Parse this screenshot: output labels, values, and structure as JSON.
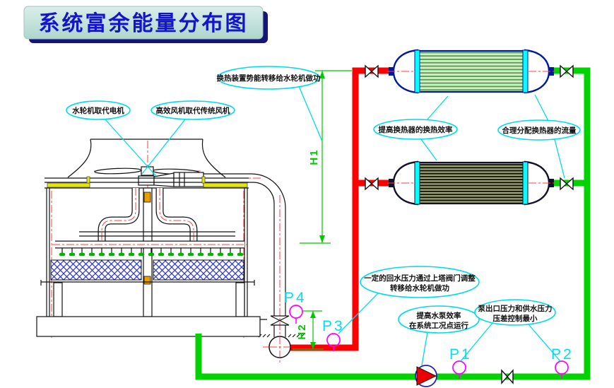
{
  "title": "系统富余能量分布图",
  "callouts": {
    "heat_device_to_turbine": "换热装置势能转移给水轮机做功",
    "turbine_replaces_motor": "水轮机取代电机",
    "efficient_fan": "高效风机取代传统风机",
    "improve_hx_efficiency": "提高换热器的换热效率",
    "distribute_hx_flow": "合理分配换热器的流量",
    "return_pressure_line1": "一定的回水压力通过上塔阀门调整",
    "return_pressure_line2": "转移给水轮机做功",
    "pump_efficiency_line1": "提高水泵效率",
    "pump_efficiency_line2": "在系统工况点运行",
    "pump_outlet_line1": "泵出口压力和供水压力",
    "pump_outlet_line2": "压差控制最小"
  },
  "measure_points": {
    "p1": "P1",
    "p2": "P2",
    "p3": "P3",
    "p4": "P4"
  },
  "dimensions": {
    "h1": "H1",
    "h2": "H2"
  },
  "colors": {
    "pipe_red": "#ff0000",
    "pipe_green": "#00d300",
    "centerline_red": "#ff4040",
    "callout_cyan": "#00dbe6",
    "label_cyan": "#00e0f0",
    "gauge_magenta": "#ff00ff",
    "dim_green": "#00c800",
    "hx1_outline": "#001a9e",
    "hx1_fill": "#d4edc6",
    "hx1_tube": "#4d9e4d",
    "hx2_outline": "#11112e",
    "hx2_fill": "#aab380",
    "hx2_tube": "#1a1a10",
    "tubesheet_cyan": "#00ffff",
    "pump_body": "#2222bb",
    "pump_rotor": "#ee0000",
    "deck_yellow": "#e6e600",
    "fill_hatch_blue": "#2a35c8",
    "nozzle_green": "#00b400",
    "title_text": "#1414cc",
    "title_bg_light": "#d9efe9",
    "title_bg_dark": "#aed6cd",
    "title_shadow": "#14147a",
    "accent_orange": "#e8a000"
  }
}
